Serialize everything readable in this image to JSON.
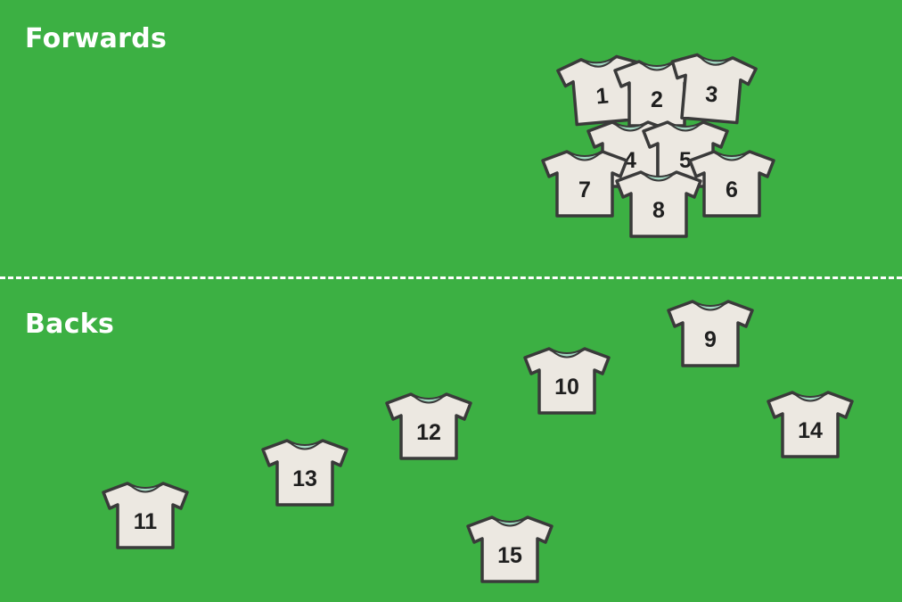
{
  "sections": {
    "forwards": "Forwards",
    "backs": "Backs"
  },
  "colors": {
    "field": "#3cb043",
    "shirt": "#ece8e1",
    "collar": "#a3d9c2",
    "outline": "#3a3a3a",
    "text": "#ffffff"
  },
  "forwards": [
    "1",
    "2",
    "3",
    "4",
    "5",
    "7",
    "6",
    "8"
  ],
  "backs": [
    "9",
    "10",
    "12",
    "13",
    "11",
    "14",
    "15"
  ]
}
